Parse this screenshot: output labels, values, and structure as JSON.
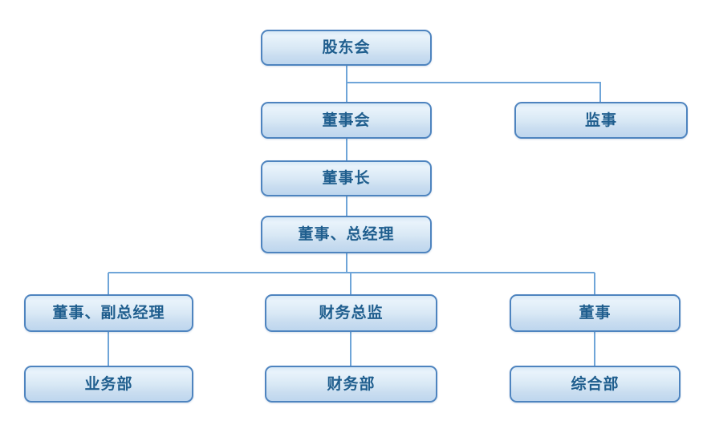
{
  "chart": {
    "type": "org-chart",
    "colors": {
      "node_border": "#4e84bf",
      "node_fill_top": "#e9f3fb",
      "node_fill_bottom": "#bed6ee",
      "connector": "#6fa5d8",
      "text": "#1f5e8e",
      "background": "#ffffff"
    },
    "nodes": [
      {
        "id": "shareholders",
        "label": "股东会"
      },
      {
        "id": "board",
        "label": "董事会"
      },
      {
        "id": "supervisor",
        "label": "监事"
      },
      {
        "id": "chairman",
        "label": "董事长"
      },
      {
        "id": "gm",
        "label": "董事、总经理"
      },
      {
        "id": "deputy-gm",
        "label": "董事、副总经理"
      },
      {
        "id": "cfo",
        "label": "财务总监"
      },
      {
        "id": "director",
        "label": "董事"
      },
      {
        "id": "business-dept",
        "label": "业务部"
      },
      {
        "id": "finance-dept",
        "label": "财务部"
      },
      {
        "id": "general-dept",
        "label": "综合部"
      }
    ],
    "edges": [
      {
        "from": "股东会",
        "to": "董事会"
      },
      {
        "from": "股东会",
        "to": "监事"
      },
      {
        "from": "董事会",
        "to": "董事长"
      },
      {
        "from": "董事长",
        "to": "董事、总经理"
      },
      {
        "from": "董事、总经理",
        "to": "董事、副总经理"
      },
      {
        "from": "董事、总经理",
        "to": "财务总监"
      },
      {
        "from": "董事、总经理",
        "to": "董事"
      },
      {
        "from": "董事、副总经理",
        "to": "业务部"
      },
      {
        "from": "财务总监",
        "to": "财务部"
      },
      {
        "from": "董事",
        "to": "综合部"
      }
    ]
  }
}
